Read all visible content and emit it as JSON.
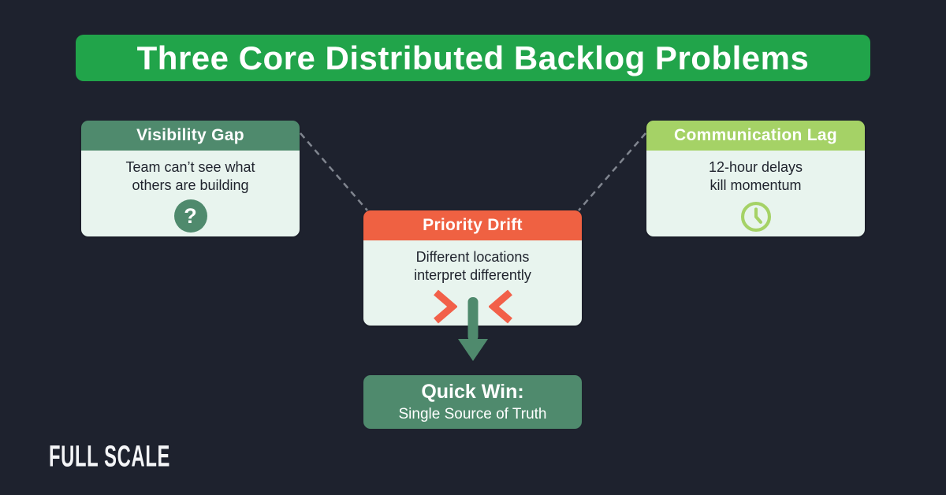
{
  "title": "Three Core Distributed Backlog Problems",
  "cards": [
    {
      "id": "visibility-gap",
      "title": "Visibility Gap",
      "line1": "Team can’t see what",
      "line2": "others are building",
      "icon": "question-mark-icon",
      "header_color": "#4f8a6d"
    },
    {
      "id": "communication-lag",
      "title": "Communication Lag",
      "line1": "12-hour delays",
      "line2": "kill momentum",
      "icon": "clock-icon",
      "header_color": "#a5d266"
    },
    {
      "id": "priority-drift",
      "title": "Priority Drift",
      "line1": "Different locations",
      "line2": "interpret differently",
      "icon": "converging-chevrons-icon",
      "header_color": "#ef6142"
    }
  ],
  "quick_win": {
    "heading": "Quick Win:",
    "subtitle": "Single Source of Truth",
    "color": "#4f8a6d"
  },
  "logo": "FULL SCALE",
  "colors": {
    "background": "#1e222e",
    "banner_green": "#21a44a",
    "sage_green": "#4f8a6d",
    "lime_green": "#a5d266",
    "orange": "#ef6142",
    "card_body": "#e8f4ee",
    "dashed_line": "#80858f",
    "text_dark": "#20242e",
    "white": "#ffffff"
  }
}
